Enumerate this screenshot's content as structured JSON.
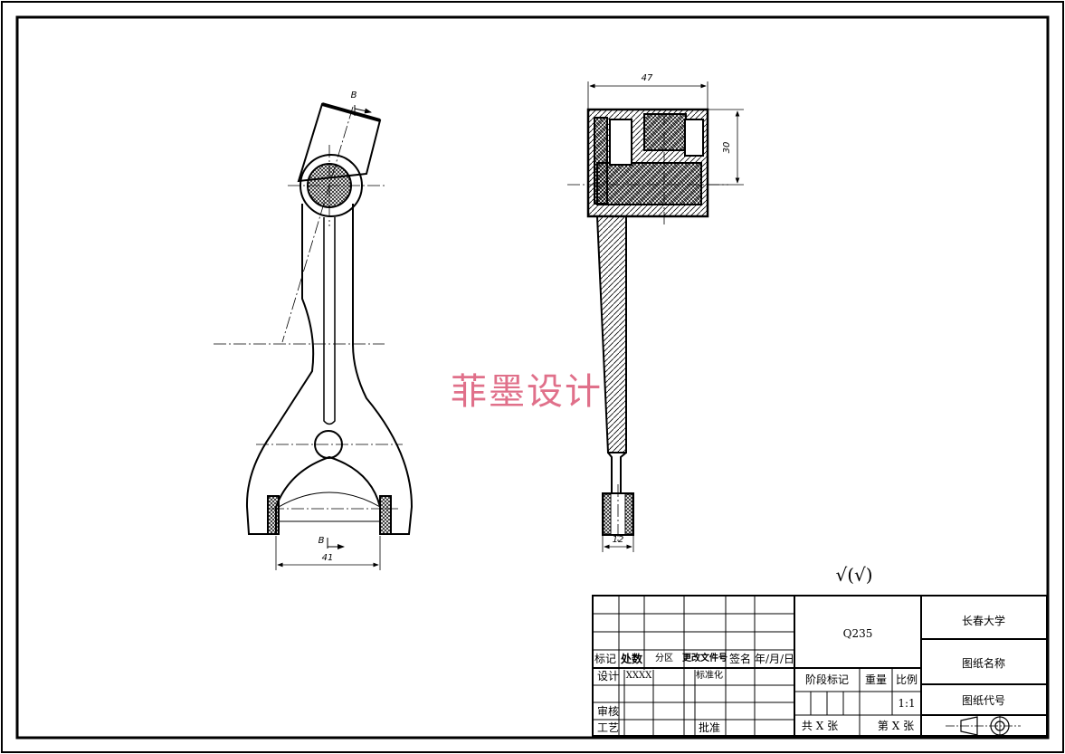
{
  "drawing": {
    "dimensions": {
      "width_top": "47",
      "height_right": "30",
      "fork_span": "41",
      "shank_width": "12"
    },
    "section_marks": {
      "top": "B",
      "bottom": "B"
    },
    "surface_finish": "√(√)",
    "watermark": "菲墨设计"
  },
  "title_block": {
    "material": "Q235",
    "school": "长春大学",
    "drawing_name": "图纸名称",
    "drawing_code": "图纸代号",
    "rev_headers": {
      "mark": "标记",
      "count": "处数",
      "zone": "分区",
      "change_doc": "更改文件号",
      "signature": "签名",
      "date": "年/月/日"
    },
    "roles": {
      "design": "设计",
      "designer": "XXXX",
      "standardization": "标准化",
      "review": "审核",
      "process": "工艺",
      "approve": "批准"
    },
    "stage_mark": "阶段标记",
    "weight": "重量",
    "scale_label": "比例",
    "scale_value": "1:1",
    "sheets_total": "共 X 张",
    "sheet_number": "第 X 张"
  }
}
